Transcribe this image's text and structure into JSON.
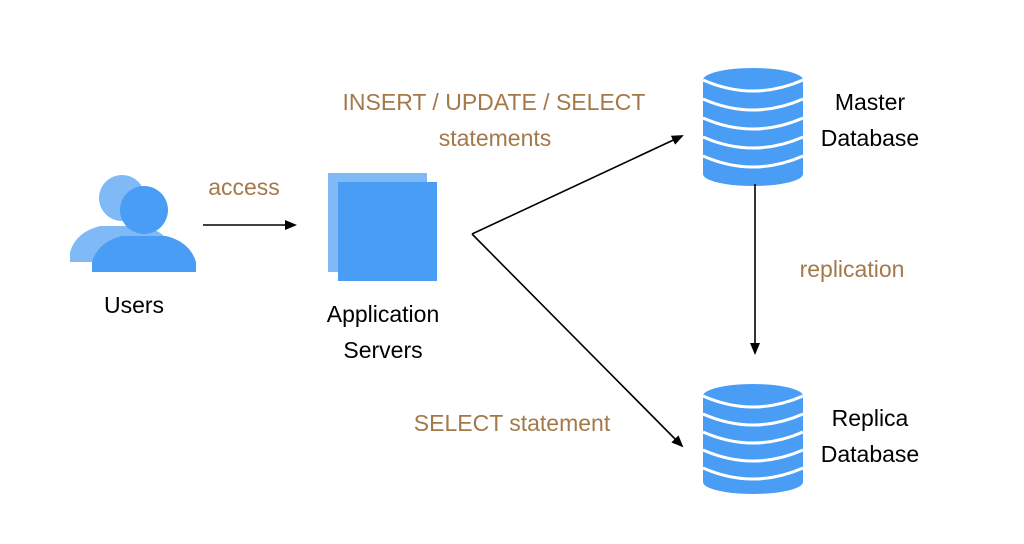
{
  "nodes": {
    "users": {
      "label": "Users",
      "icon": "users-icon"
    },
    "app_servers": {
      "line1": "Application",
      "line2": "Servers",
      "icon": "servers-icon"
    },
    "master_db": {
      "line1": "Master",
      "line2": "Database",
      "icon": "database-icon"
    },
    "replica_db": {
      "line1": "Replica",
      "line2": "Database",
      "icon": "database-icon"
    }
  },
  "edges": {
    "access": "access",
    "write_line1": "INSERT / UPDATE / SELECT",
    "write_line2": "statements",
    "replication": "replication",
    "read": "SELECT statement"
  },
  "colors": {
    "icon_blue": "#4a9df5",
    "icon_blue_light": "#7fbaf7",
    "edge_label": "#a3794a",
    "arrow": "#000000"
  }
}
